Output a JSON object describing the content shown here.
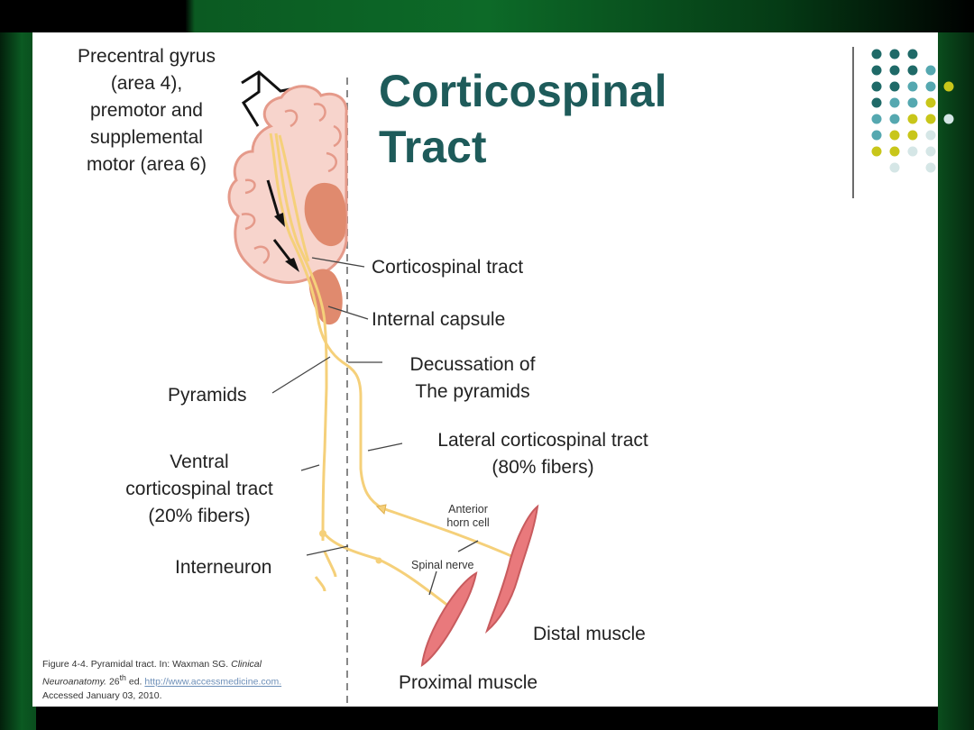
{
  "slide": {
    "title_line1": "Corticospinal",
    "title_line2": "Tract",
    "colors": {
      "title": "#1e5b5a",
      "tract": "#f5d07a",
      "brain_fill": "#f7d4cc",
      "brain_outline": "#e59a8a",
      "muscle": "#e9797c",
      "dot_teal_dark": "#1f6a68",
      "dot_teal": "#55a8b0",
      "dot_olive": "#c8c61a",
      "dot_light": "#d5e6e6"
    }
  },
  "labels": {
    "precentral_1": "Precentral gyrus",
    "precentral_2": "(area 4),",
    "precentral_3": "premotor and",
    "precentral_4": "supplemental",
    "precentral_5": "motor (area 6)",
    "corticospinal_tract": "Corticospinal tract",
    "internal_capsule": "Internal capsule",
    "decussation_1": "Decussation of",
    "decussation_2": "The pyramids",
    "pyramids": "Pyramids",
    "lateral_1": "Lateral corticospinal tract",
    "lateral_2": "(80% fibers)",
    "ventral_1": "Ventral",
    "ventral_2": "corticospinal tract",
    "ventral_3": "(20% fibers)",
    "anterior_1": "Anterior",
    "anterior_2": "horn cell",
    "spinal_nerve": "Spinal nerve",
    "interneuron": "Interneuron",
    "distal_muscle": "Distal muscle",
    "proximal_muscle": "Proximal muscle"
  },
  "caption": {
    "line1_a": "Figure 4-4. Pyramidal tract. In: Waxman SG.",
    "line1_b": "Clinical",
    "line2_a": "Neuroanatomy.",
    "line2_b": "26",
    "line2_c": "th",
    "line2_d": "ed.",
    "link": "http://www.accessmedicine.com.",
    "line3": "Accessed January 03, 2010."
  }
}
